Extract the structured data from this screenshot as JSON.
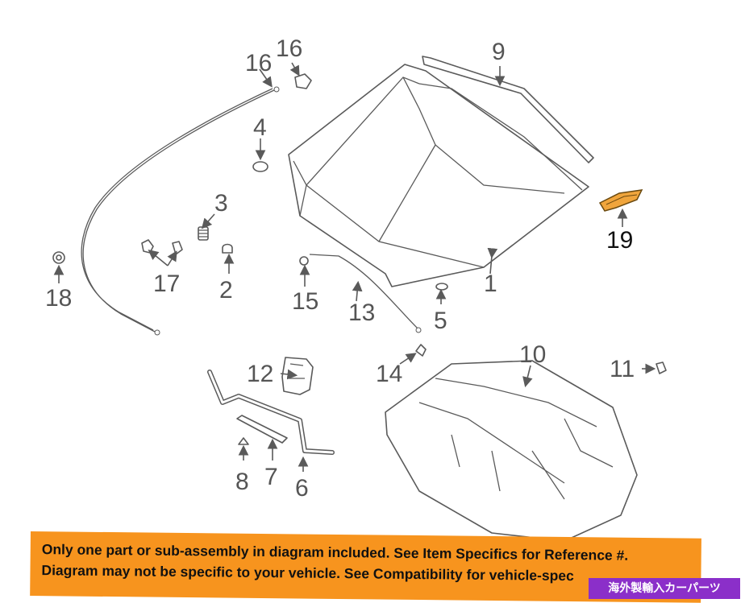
{
  "labels": {
    "p1": "1",
    "p2": "2",
    "p3": "3",
    "p4": "4",
    "p5": "5",
    "p6": "6",
    "p7": "7",
    "p8": "8",
    "p9": "9",
    "p10": "10",
    "p11": "11",
    "p12": "12",
    "p13": "13",
    "p14": "14",
    "p15": "15",
    "p16a": "16",
    "p16b": "16",
    "p17": "17",
    "p18": "18",
    "p19": "19"
  },
  "banner": {
    "line1": "Only one part or sub-assembly in diagram included. See Item Specifics for Reference #.",
    "line2": "Diagram may not be specific to your vehicle. See Compatibility for vehicle-spec"
  },
  "brand_tag": "海外製輸入カーパーツ",
  "colors": {
    "banner_bg": "#f7941e",
    "highlight_part": "#f0a53c",
    "brand_tag_bg": "#8b2fc9",
    "line": "#5a5a5a"
  }
}
